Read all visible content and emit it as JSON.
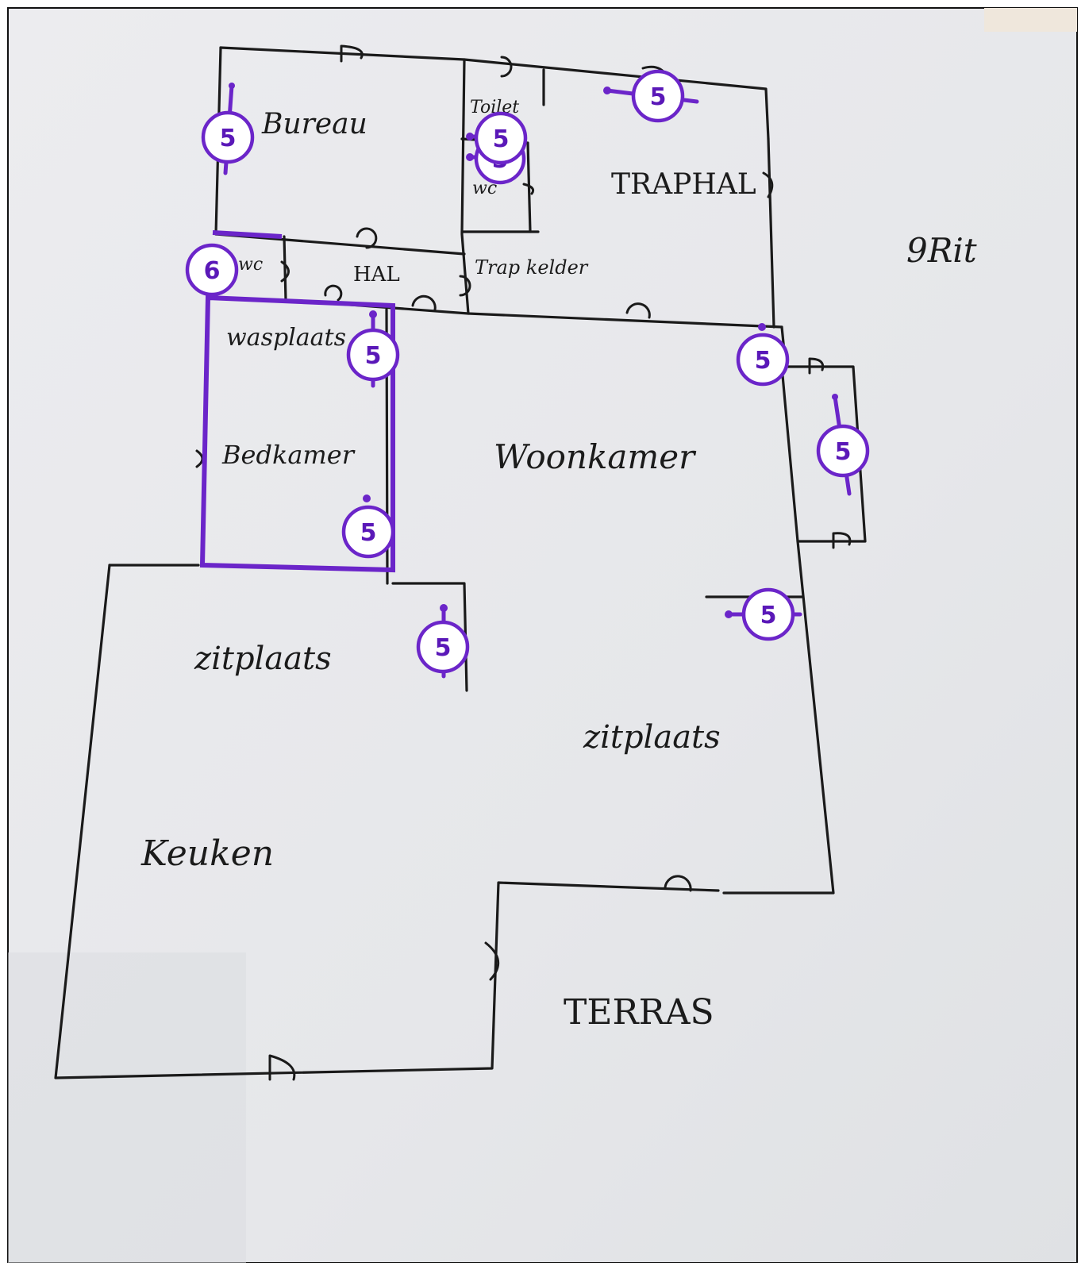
{
  "rooms": {
    "bureau": "Bureau",
    "toilet": "Toilet",
    "wc": "wc",
    "traphal": "TRAPHAL",
    "wc_small": "wc",
    "hal": "HAL",
    "trapkelder": "Trap kelder",
    "wasplaats": "wasplaats",
    "bedkamer": "Bedkamer",
    "woonkamer": "Woonkamer",
    "zitplaats_left": "zitplaats",
    "zitplaats_right": "zitplaats",
    "keuken": "Keuken",
    "terras": "TERRAS",
    "note": "9Rit"
  },
  "markers": [
    {
      "id": "m1",
      "label": "5"
    },
    {
      "id": "m2",
      "label": "5"
    },
    {
      "id": "m3",
      "label": "5"
    },
    {
      "id": "m4",
      "label": "5"
    },
    {
      "id": "m5",
      "label": "6"
    },
    {
      "id": "m6",
      "label": "5"
    },
    {
      "id": "m7",
      "label": "5"
    },
    {
      "id": "m8",
      "label": "5"
    },
    {
      "id": "m9",
      "label": "5"
    },
    {
      "id": "m10",
      "label": "5"
    },
    {
      "id": "m11",
      "label": "5"
    }
  ],
  "colors": {
    "accent": "#6b25c9",
    "ink": "#1a1a1a"
  }
}
